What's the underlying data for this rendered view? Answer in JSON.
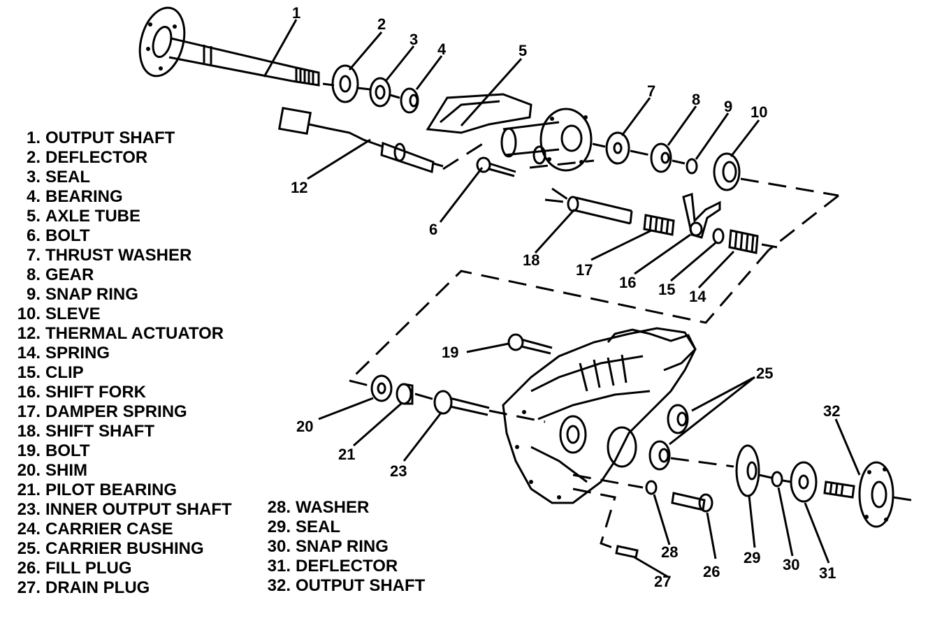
{
  "legend": [
    {
      "num": "1.",
      "label": "OUTPUT SHAFT"
    },
    {
      "num": "2.",
      "label": "DEFLECTOR"
    },
    {
      "num": "3.",
      "label": "SEAL"
    },
    {
      "num": "4.",
      "label": "BEARING"
    },
    {
      "num": "5.",
      "label": "AXLE TUBE"
    },
    {
      "num": "6.",
      "label": "BOLT"
    },
    {
      "num": "7.",
      "label": "THRUST WASHER"
    },
    {
      "num": "8.",
      "label": "GEAR"
    },
    {
      "num": "9.",
      "label": "SNAP RING"
    },
    {
      "num": "10.",
      "label": "SLEVE"
    },
    {
      "num": "12.",
      "label": "THERMAL ACTUATOR"
    },
    {
      "num": "14.",
      "label": "SPRING"
    },
    {
      "num": "15.",
      "label": "CLIP"
    },
    {
      "num": "16.",
      "label": "SHIFT FORK"
    },
    {
      "num": "17.",
      "label": "DAMPER SPRING"
    },
    {
      "num": "18.",
      "label": "SHIFT SHAFT"
    },
    {
      "num": "19.",
      "label": "BOLT"
    },
    {
      "num": "20.",
      "label": "SHIM"
    },
    {
      "num": "21.",
      "label": "PILOT BEARING"
    },
    {
      "num": "23.",
      "label": "INNER OUTPUT SHAFT"
    },
    {
      "num": "24.",
      "label": "CARRIER CASE"
    },
    {
      "num": "25.",
      "label": "CARRIER BUSHING"
    },
    {
      "num": "26.",
      "label": "FILL PLUG"
    },
    {
      "num": "27.",
      "label": "DRAIN PLUG"
    },
    {
      "num": "28.",
      "label": "WASHER"
    },
    {
      "num": "29.",
      "label": "SEAL"
    },
    {
      "num": "30.",
      "label": "SNAP RING"
    },
    {
      "num": "31.",
      "label": "DEFLECTOR"
    },
    {
      "num": "32.",
      "label": "OUTPUT SHAFT"
    }
  ],
  "callouts": {
    "c1": "1",
    "c2": "2",
    "c3": "3",
    "c4": "4",
    "c5": "5",
    "c6": "6",
    "c7": "7",
    "c8": "8",
    "c9": "9",
    "c10": "10",
    "c12": "12",
    "c14": "14",
    "c15": "15",
    "c16": "16",
    "c17": "17",
    "c18": "18",
    "c19": "19",
    "c20": "20",
    "c21": "21",
    "c23": "23",
    "c25": "25",
    "c26": "26",
    "c27": "27",
    "c28": "28",
    "c29": "29",
    "c30": "30",
    "c31": "31",
    "c32": "32"
  }
}
